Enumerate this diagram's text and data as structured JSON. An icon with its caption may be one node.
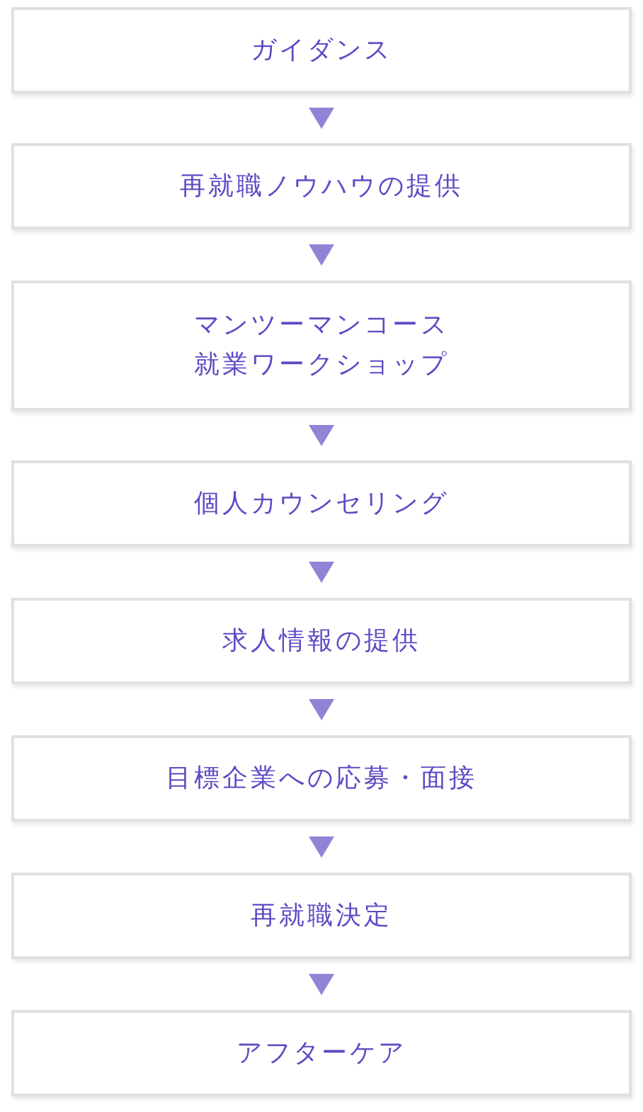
{
  "diagram": {
    "nodes": [
      {
        "text": [
          "ガイダンス"
        ]
      },
      {
        "text": [
          "再就職ノウハウの提供"
        ]
      },
      {
        "text": [
          "マンツーマンコース",
          "就業ワークショップ"
        ]
      },
      {
        "text": [
          "個人カウンセリング"
        ]
      },
      {
        "text": [
          "求人情報の提供"
        ]
      },
      {
        "text": [
          "目標企業への応募・面接"
        ]
      },
      {
        "text": [
          "再就職決定"
        ]
      },
      {
        "text": [
          "アフターケア"
        ]
      }
    ],
    "edges": [
      {
        "from": 0,
        "to": 1,
        "arrow": "to"
      },
      {
        "from": 1,
        "to": 2,
        "arrow": "to"
      },
      {
        "from": 2,
        "to": 3,
        "arrow": "to"
      },
      {
        "from": 3,
        "to": 4,
        "arrow": "to"
      },
      {
        "from": 4,
        "to": 5,
        "arrow": "to"
      },
      {
        "from": 5,
        "to": 6,
        "arrow": "to"
      },
      {
        "from": 6,
        "to": 7,
        "arrow": "to"
      }
    ]
  }
}
